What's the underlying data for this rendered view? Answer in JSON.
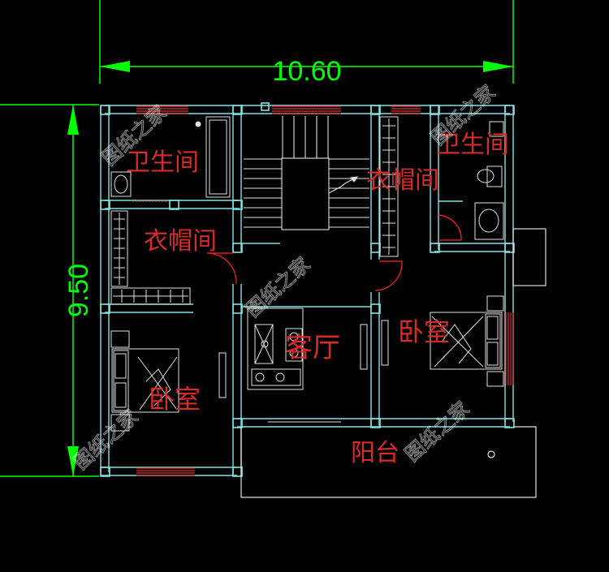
{
  "dimensions": {
    "width_label": "10.60",
    "height_label": "9.50"
  },
  "rooms": {
    "bathroom_left": "卫生间",
    "bathroom_right": "卫生间",
    "closet_left": "衣帽间",
    "closet_right": "衣帽间",
    "living_room": "客厅",
    "bedroom_left": "卧室",
    "bedroom_right": "卧室",
    "balcony": "阳台"
  },
  "watermark": "图纸之家",
  "colors": {
    "background": "#000000",
    "wall": "#7fe3e3",
    "dimension": "#00ff00",
    "room_label": "#d92a2a",
    "window": "#e03030",
    "door_swing": "#ff2020",
    "fixture": "#e0e0e0"
  }
}
